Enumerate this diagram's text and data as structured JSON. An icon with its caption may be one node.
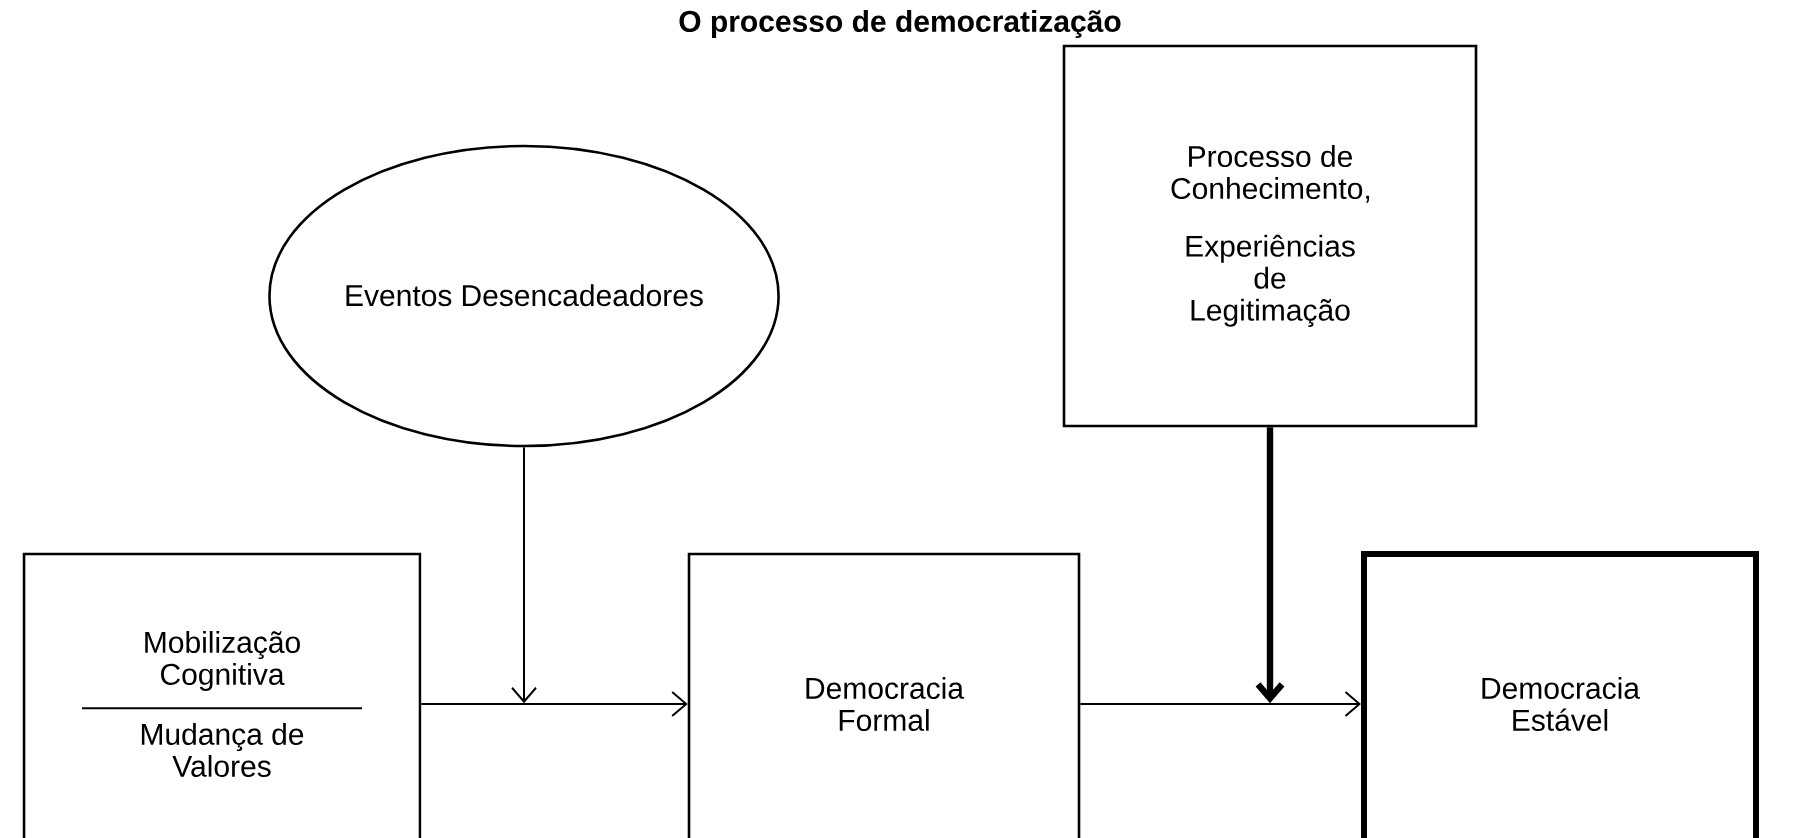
{
  "diagram": {
    "title": "O processo de democratização",
    "nodes": [
      {
        "text": [
          "Eventos Desencadeadores"
        ]
      },
      {
        "text": [
          "Processo de Conhecimento,",
          "Experiências de Legitimação"
        ]
      },
      {
        "text": [
          "Mobilização Cognitiva",
          "Mudança de Valores"
        ]
      },
      {
        "text": [
          "Democracia Formal"
        ]
      },
      {
        "text": [
          "Democracia Estável"
        ]
      }
    ],
    "edges": [
      {
        "from": 2,
        "to": 3,
        "arrow": "to"
      },
      {
        "from": 0,
        "to": null,
        "arrow": "to"
      },
      {
        "from": 3,
        "to": 4,
        "arrow": "to"
      },
      {
        "from": 1,
        "to": null,
        "arrow": "to",
        "style": "thick"
      }
    ]
  }
}
